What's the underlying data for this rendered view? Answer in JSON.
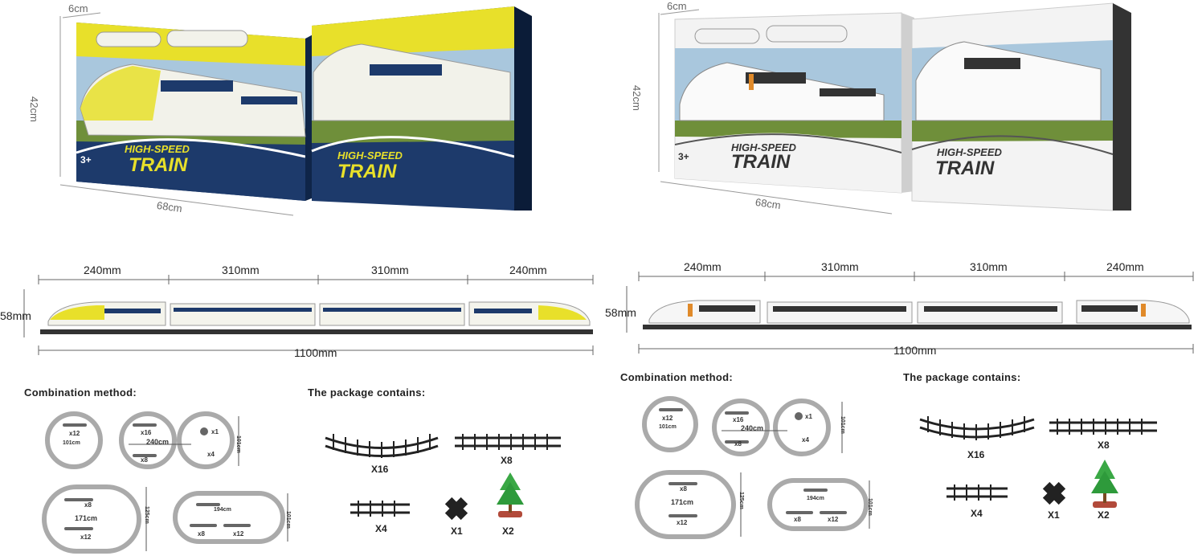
{
  "left": {
    "box_dims": {
      "depth": "6cm",
      "height": "42cm",
      "width": "68cm"
    },
    "box_text": {
      "line1": "HIGH-SPEED",
      "line2": "TRAIN",
      "age": "3+"
    },
    "colors": {
      "accent": "#e8e02a",
      "navy": "#1d3a6b"
    },
    "car_dims": [
      "240mm",
      "310mm",
      "310mm",
      "240mm"
    ],
    "height_dim": "58mm",
    "total_len": "1100mm",
    "combination_title": "Combination method:",
    "package_title": "The package contains:",
    "layouts": {
      "circle": {
        "pieces": "x12",
        "size": "101cm"
      },
      "eight": {
        "p1": "x16",
        "p2": "x8",
        "p3": "x1",
        "p4": "x4",
        "width": "240cm",
        "height": "101cm"
      },
      "oval_a": {
        "p1": "x8",
        "p2": "x12",
        "width": "171cm",
        "height": "125cm"
      },
      "oval_b": {
        "p1": "x8",
        "p2": "x12",
        "width": "194cm",
        "height": "101cm"
      }
    },
    "package": {
      "curved": "X16",
      "straight": "X8",
      "short": "X4",
      "cross": "X1",
      "tree": "X2"
    }
  },
  "right": {
    "box_dims": {
      "depth": "6cm",
      "height": "42cm",
      "width": "68cm"
    },
    "box_text": {
      "line1": "HIGH-SPEED",
      "line2": "TRAIN",
      "age": "3+"
    },
    "colors": {
      "accent": "#ffffff",
      "navy": "#e8e8e8"
    },
    "car_dims": [
      "240mm",
      "310mm",
      "310mm",
      "240mm"
    ],
    "height_dim": "58mm",
    "total_len": "1100mm",
    "combination_title": "Combination method:",
    "package_title": "The package contains:",
    "layouts": {
      "circle": {
        "pieces": "x12",
        "size": "101cm"
      },
      "eight": {
        "p1": "x16",
        "p2": "x8",
        "p3": "x1",
        "p4": "x4",
        "width": "240cm",
        "height": "101cm"
      },
      "oval_a": {
        "p1": "x8",
        "p2": "x12",
        "width": "171cm",
        "height": "125cm"
      },
      "oval_b": {
        "p1": "x8",
        "p2": "x12",
        "width": "194cm",
        "height": "101cm"
      }
    },
    "package": {
      "curved": "X16",
      "straight": "X8",
      "short": "X4",
      "cross": "X1",
      "tree": "X2"
    }
  }
}
